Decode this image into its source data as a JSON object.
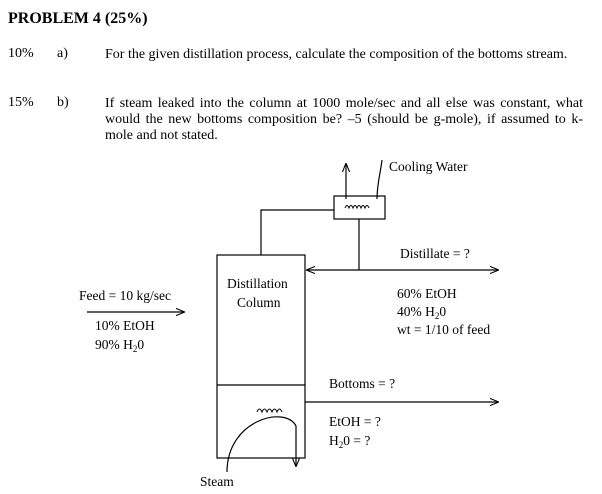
{
  "title": "PROBLEM 4 (25%)",
  "questions": [
    {
      "weight": "10%",
      "letter": "a)",
      "text": "For the given distillation process, calculate the composition of the bottoms stream."
    },
    {
      "weight": "15%",
      "letter": "b)",
      "text": "If steam leaked into the column at 1000 mole/sec and all else was constant, what would the new bottoms composition be? –5 (should be g-mole), if assumed to k-mole and not stated."
    }
  ],
  "diagram": {
    "cooling_water": "Cooling Water",
    "column_line1": "Distillation",
    "column_line2": "Column",
    "feed": {
      "label": "Feed = 10 kg/sec",
      "comp1": "10% EtOH",
      "comp2_main": "90% H",
      "comp2_sub": "2",
      "comp2_tail": "0"
    },
    "distillate": {
      "label": "Distillate = ?",
      "comp1": "60% EtOH",
      "comp2_main": "40% H",
      "comp2_sub": "2",
      "comp2_tail": "0",
      "comp3": "wt = 1/10 of feed"
    },
    "bottoms": {
      "label": "Bottoms = ?",
      "comp1": "EtOH = ?",
      "comp2_main": "H",
      "comp2_sub": "2",
      "comp2_tail": "0 = ?"
    },
    "steam": "Steam"
  }
}
